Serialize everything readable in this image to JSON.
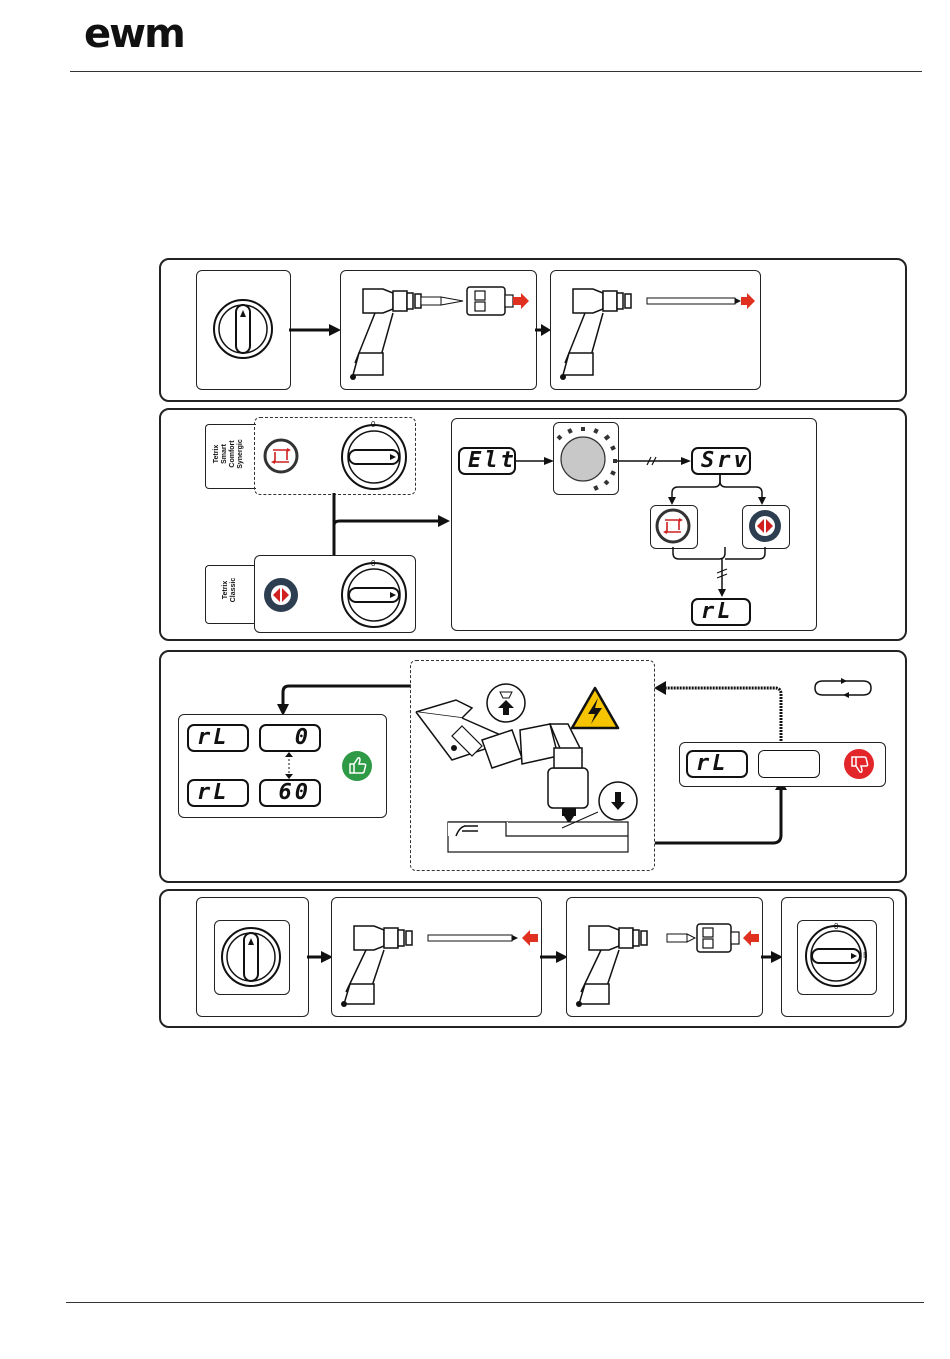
{
  "header": {
    "logo": "ewm"
  },
  "panel2": {
    "model_group_a": "Tetrix\nSmart\nComfort\nSynergic",
    "model_group_b": "Tetrix\nClassic",
    "displays": [
      "Elt",
      "Srv",
      "rL"
    ]
  },
  "panel3": {
    "left_display": {
      "row1_param": "rL",
      "row1_value": "0",
      "row2_param": "rL",
      "row2_value": "60"
    },
    "right_display": {
      "param": "rL",
      "value": ""
    }
  },
  "switch": {
    "position_off": "0",
    "position_on": "I"
  },
  "colors": {
    "arrow_red": "#e03020",
    "ok_green": "#2e9a45",
    "nok_red": "#e2262a",
    "warning_yellow": "#f6c400"
  }
}
